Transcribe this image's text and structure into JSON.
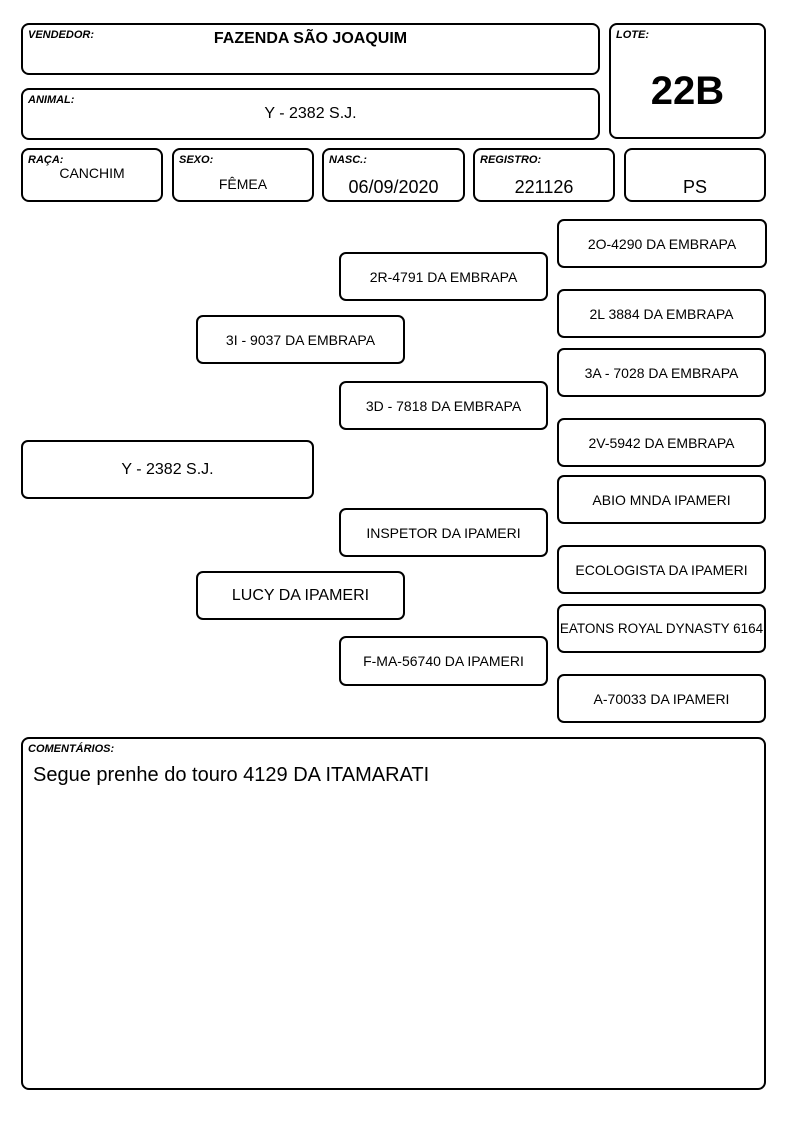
{
  "header": {
    "vendedor_label": "VENDEDOR:",
    "vendedor": "FAZENDA SÃO JOAQUIM",
    "lote_label": "LOTE:",
    "lote": "22B",
    "animal_label": "ANIMAL:",
    "animal": "Y - 2382 S.J."
  },
  "info": {
    "raca_label": "RAÇA:",
    "raca": "CANCHIM",
    "sexo_label": "SEXO:",
    "sexo": "FÊMEA",
    "nasc_label": "NASC.:",
    "nasc": "06/09/2020",
    "registro_label": "REGISTRO:",
    "registro": "221126",
    "categoria": "PS"
  },
  "pedigree": {
    "animal": "Y - 2382 S.J.",
    "sire": "3I - 9037 DA EMBRAPA",
    "dam": "LUCY DA IPAMERI",
    "sire_sire": "2R-4791 DA EMBRAPA",
    "sire_dam": "3D - 7818 DA EMBRAPA",
    "dam_sire": "INSPETOR DA IPAMERI",
    "dam_dam": "F-MA-56740 DA IPAMERI",
    "ggp": [
      "2O-4290 DA EMBRAPA",
      "2L 3884 DA EMBRAPA",
      "3A - 7028 DA EMBRAPA",
      "2V-5942 DA EMBRAPA",
      "ABIO MNDA IPAMERI",
      "ECOLOGISTA DA IPAMERI",
      "EATONS ROYAL DYNASTY 6164",
      "A-70033 DA IPAMERI"
    ]
  },
  "comments": {
    "label": "COMENTÁRIOS:",
    "text": "Segue prenhe do touro 4129 DA ITAMARATI"
  }
}
